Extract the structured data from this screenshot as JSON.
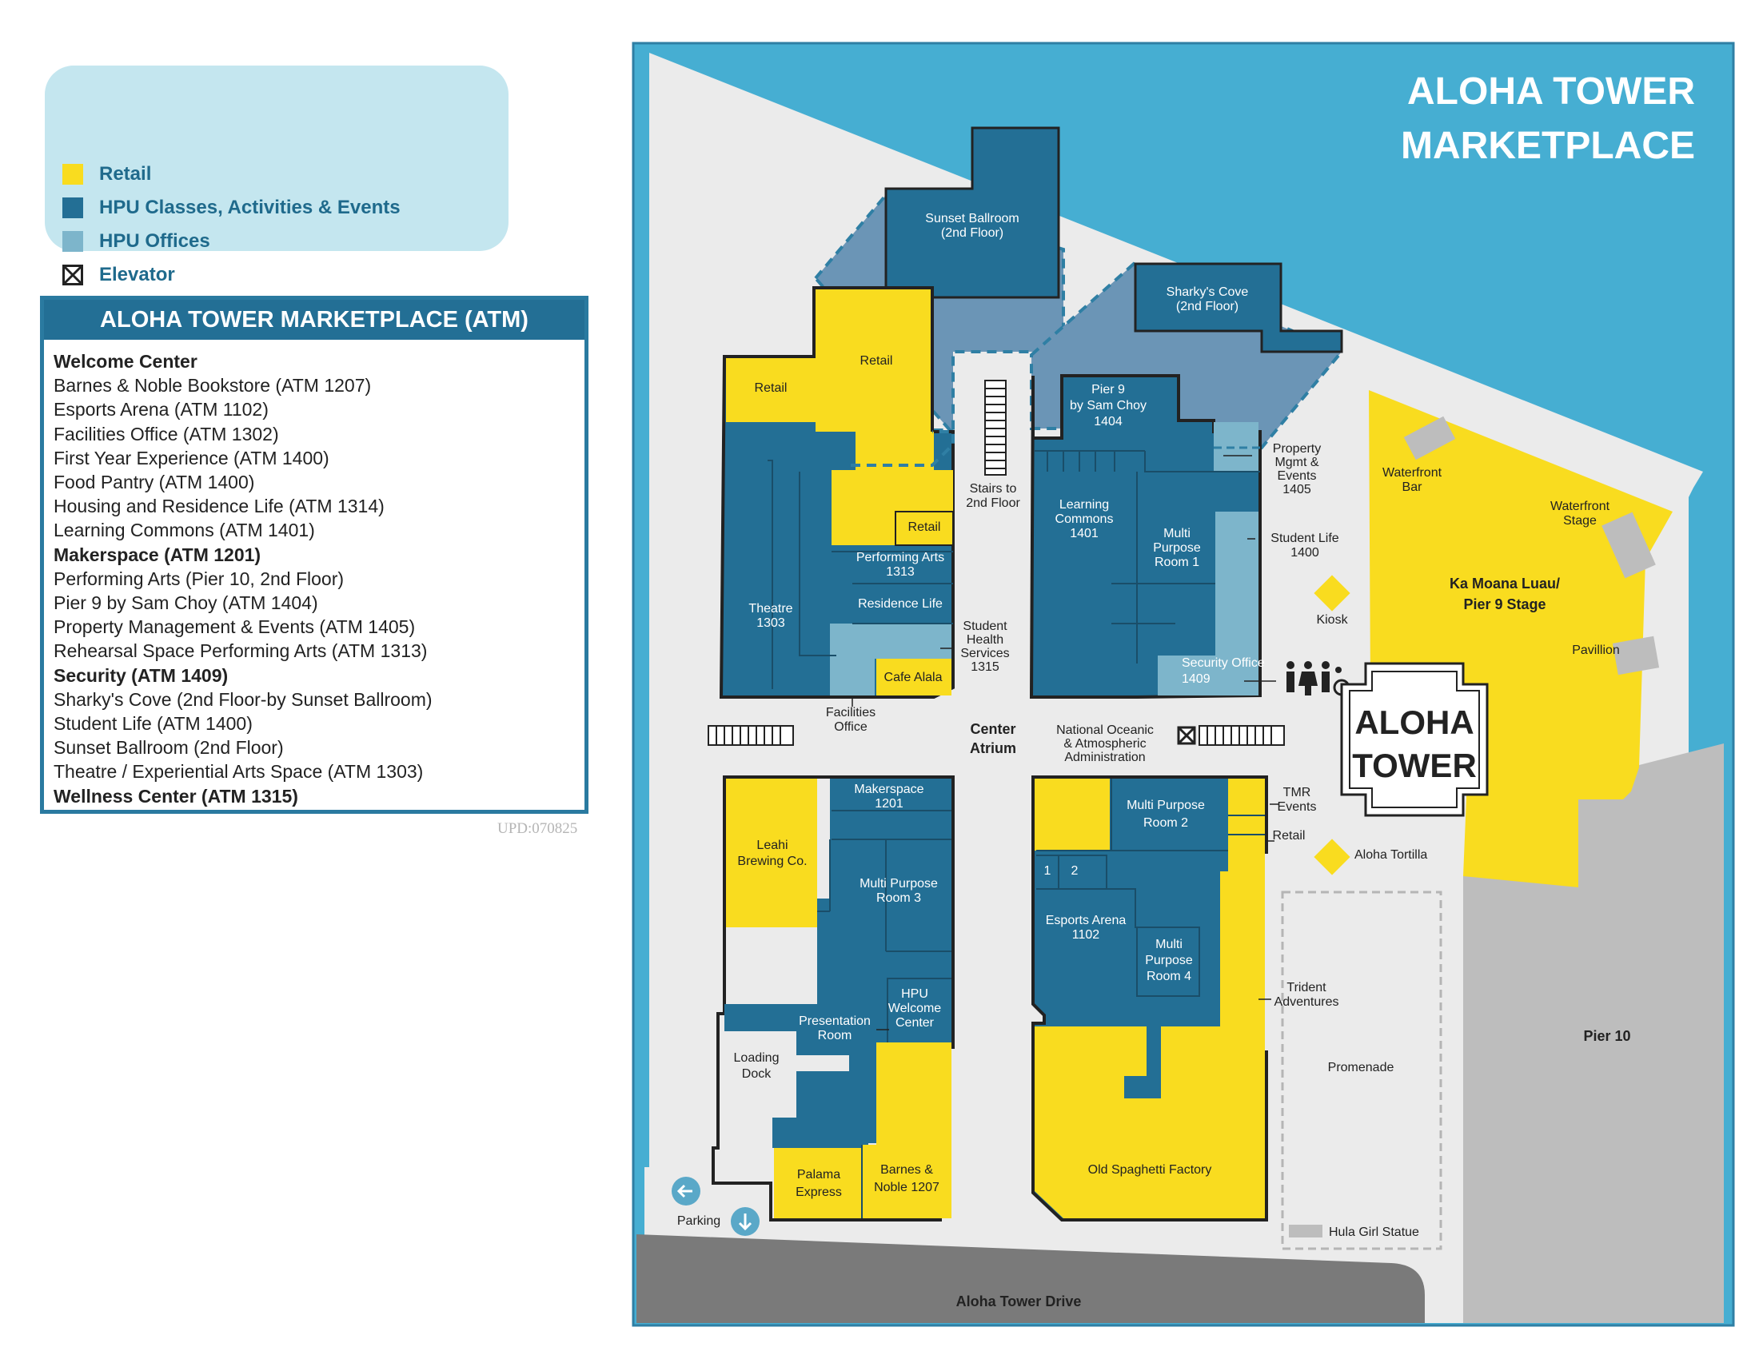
{
  "legend": {
    "items": [
      {
        "label": "Retail",
        "color": "#f9dc1f"
      },
      {
        "label": "HPU Classes, Activities & Events",
        "color": "#236f95"
      },
      {
        "label": "HPU Offices",
        "color": "#7db5cb"
      },
      {
        "label": "Elevator",
        "icon": "elevator-icon"
      }
    ]
  },
  "directory": {
    "title": "ALOHA TOWER MARKETPLACE (ATM)",
    "items": [
      {
        "text": "Welcome Center",
        "bold": true
      },
      {
        "text": "Barnes & Noble Bookstore (ATM 1207)",
        "bold": false
      },
      {
        "text": "Esports Arena (ATM 1102)",
        "bold": false
      },
      {
        "text": "Facilities Office (ATM 1302)",
        "bold": false
      },
      {
        "text": "First Year Experience (ATM 1400)",
        "bold": false
      },
      {
        "text": "Food Pantry (ATM 1400)",
        "bold": false
      },
      {
        "text": "Housing and Residence Life (ATM 1314)",
        "bold": false
      },
      {
        "text": "Learning Commons (ATM 1401)",
        "bold": false
      },
      {
        "text": "Makerspace (ATM 1201)",
        "bold": true
      },
      {
        "text": "Performing Arts (Pier 10, 2nd Floor)",
        "bold": false
      },
      {
        "text": "Pier 9 by Sam Choy (ATM 1404)",
        "bold": false
      },
      {
        "text": "Property Management & Events (ATM 1405)",
        "bold": false
      },
      {
        "text": "Rehearsal Space Performing Arts (ATM 1313)",
        "bold": false
      },
      {
        "text": "Security (ATM 1409)",
        "bold": true
      },
      {
        "text": "Sharky's Cove (2nd Floor-by Sunset Ballroom)",
        "bold": false
      },
      {
        "text": "Student Life (ATM 1400)",
        "bold": false
      },
      {
        "text": "Sunset Ballroom (2nd Floor)",
        "bold": false
      },
      {
        "text": "Theatre / Experiential Arts Space (ATM 1303)",
        "bold": false
      },
      {
        "text": "Wellness Center (ATM 1315)",
        "bold": true
      }
    ]
  },
  "update_code": "UPD:070825",
  "map": {
    "title_line1": "ALOHA TOWER",
    "title_line2": "MARKETPLACE",
    "tower_line1": "ALOHA",
    "tower_line2": "TOWER",
    "labels": {
      "sunset_ballroom": [
        "Sunset Ballroom",
        "(2nd Floor)"
      ],
      "sharkys_cove": [
        "Sharky's Cove",
        "(2nd Floor)"
      ],
      "retail_a": "Retail",
      "retail_b": "Retail",
      "retail_c": "Retail",
      "retail_d": "Retail",
      "performing_arts": [
        "Performing Arts",
        "1313"
      ],
      "residence_life": "Residence Life",
      "theatre": [
        "Theatre",
        "1303"
      ],
      "cafe_alala": "Cafe Alala",
      "student_health": [
        "Student",
        "Health",
        "Services",
        "1315"
      ],
      "facilities_office": [
        "Facilities",
        "Office"
      ],
      "stairs": [
        "Stairs to",
        "2nd Floor"
      ],
      "pier9": [
        "Pier 9",
        "by Sam Choy",
        "1404"
      ],
      "learning_commons": [
        "Learning",
        "Commons",
        "1401"
      ],
      "multi_purpose_1": [
        "Multi",
        "Purpose",
        "Room 1"
      ],
      "security_office": [
        "Security Office",
        "1409"
      ],
      "property_mgmt": [
        "Property",
        "Mgmt &",
        "Events",
        "1405"
      ],
      "student_life": [
        "Student Life",
        "1400"
      ],
      "kiosk": "Kiosk",
      "waterfront_bar": [
        "Waterfront",
        "Bar"
      ],
      "waterfront_stage": [
        "Waterfront",
        "Stage"
      ],
      "luau": [
        "Ka Moana Luau/",
        "Pier 9 Stage"
      ],
      "pavillion": "Pavillion",
      "center_atrium": [
        "Center",
        "Atrium"
      ],
      "noaa": [
        "National Oceanic",
        "& Atmospheric",
        "Administration"
      ],
      "makerspace": [
        "Makerspace",
        "1201"
      ],
      "leahi": [
        "Leahi",
        "Brewing Co."
      ],
      "multi_purpose_3": [
        "Multi Purpose",
        "Room 3"
      ],
      "hpu_welcome": [
        "HPU",
        "Welcome",
        "Center"
      ],
      "presentation_room": [
        "Presentation",
        "Room"
      ],
      "loading_dock": [
        "Loading",
        "Dock"
      ],
      "palama": [
        "Palama",
        "Express"
      ],
      "barnes_noble": [
        "Barnes &",
        "Noble 1207"
      ],
      "parking": "Parking",
      "multi_purpose_2": [
        "Multi Purpose",
        "Room 2"
      ],
      "room_1": "1",
      "room_2": "2",
      "esports": [
        "Esports Arena",
        "1102"
      ],
      "multi_purpose_4": [
        "Multi",
        "Purpose",
        "Room 4"
      ],
      "old_spaghetti": "Old Spaghetti Factory",
      "tmr_events": [
        "TMR",
        "Events"
      ],
      "aloha_tortilla": "Aloha Tortilla",
      "trident": [
        "Trident",
        "Adventures"
      ],
      "promenade": "Promenade",
      "hula_girl": "Hula Girl Statue",
      "pier10": "Pier 10",
      "drive": "Aloha Tower Drive"
    }
  }
}
